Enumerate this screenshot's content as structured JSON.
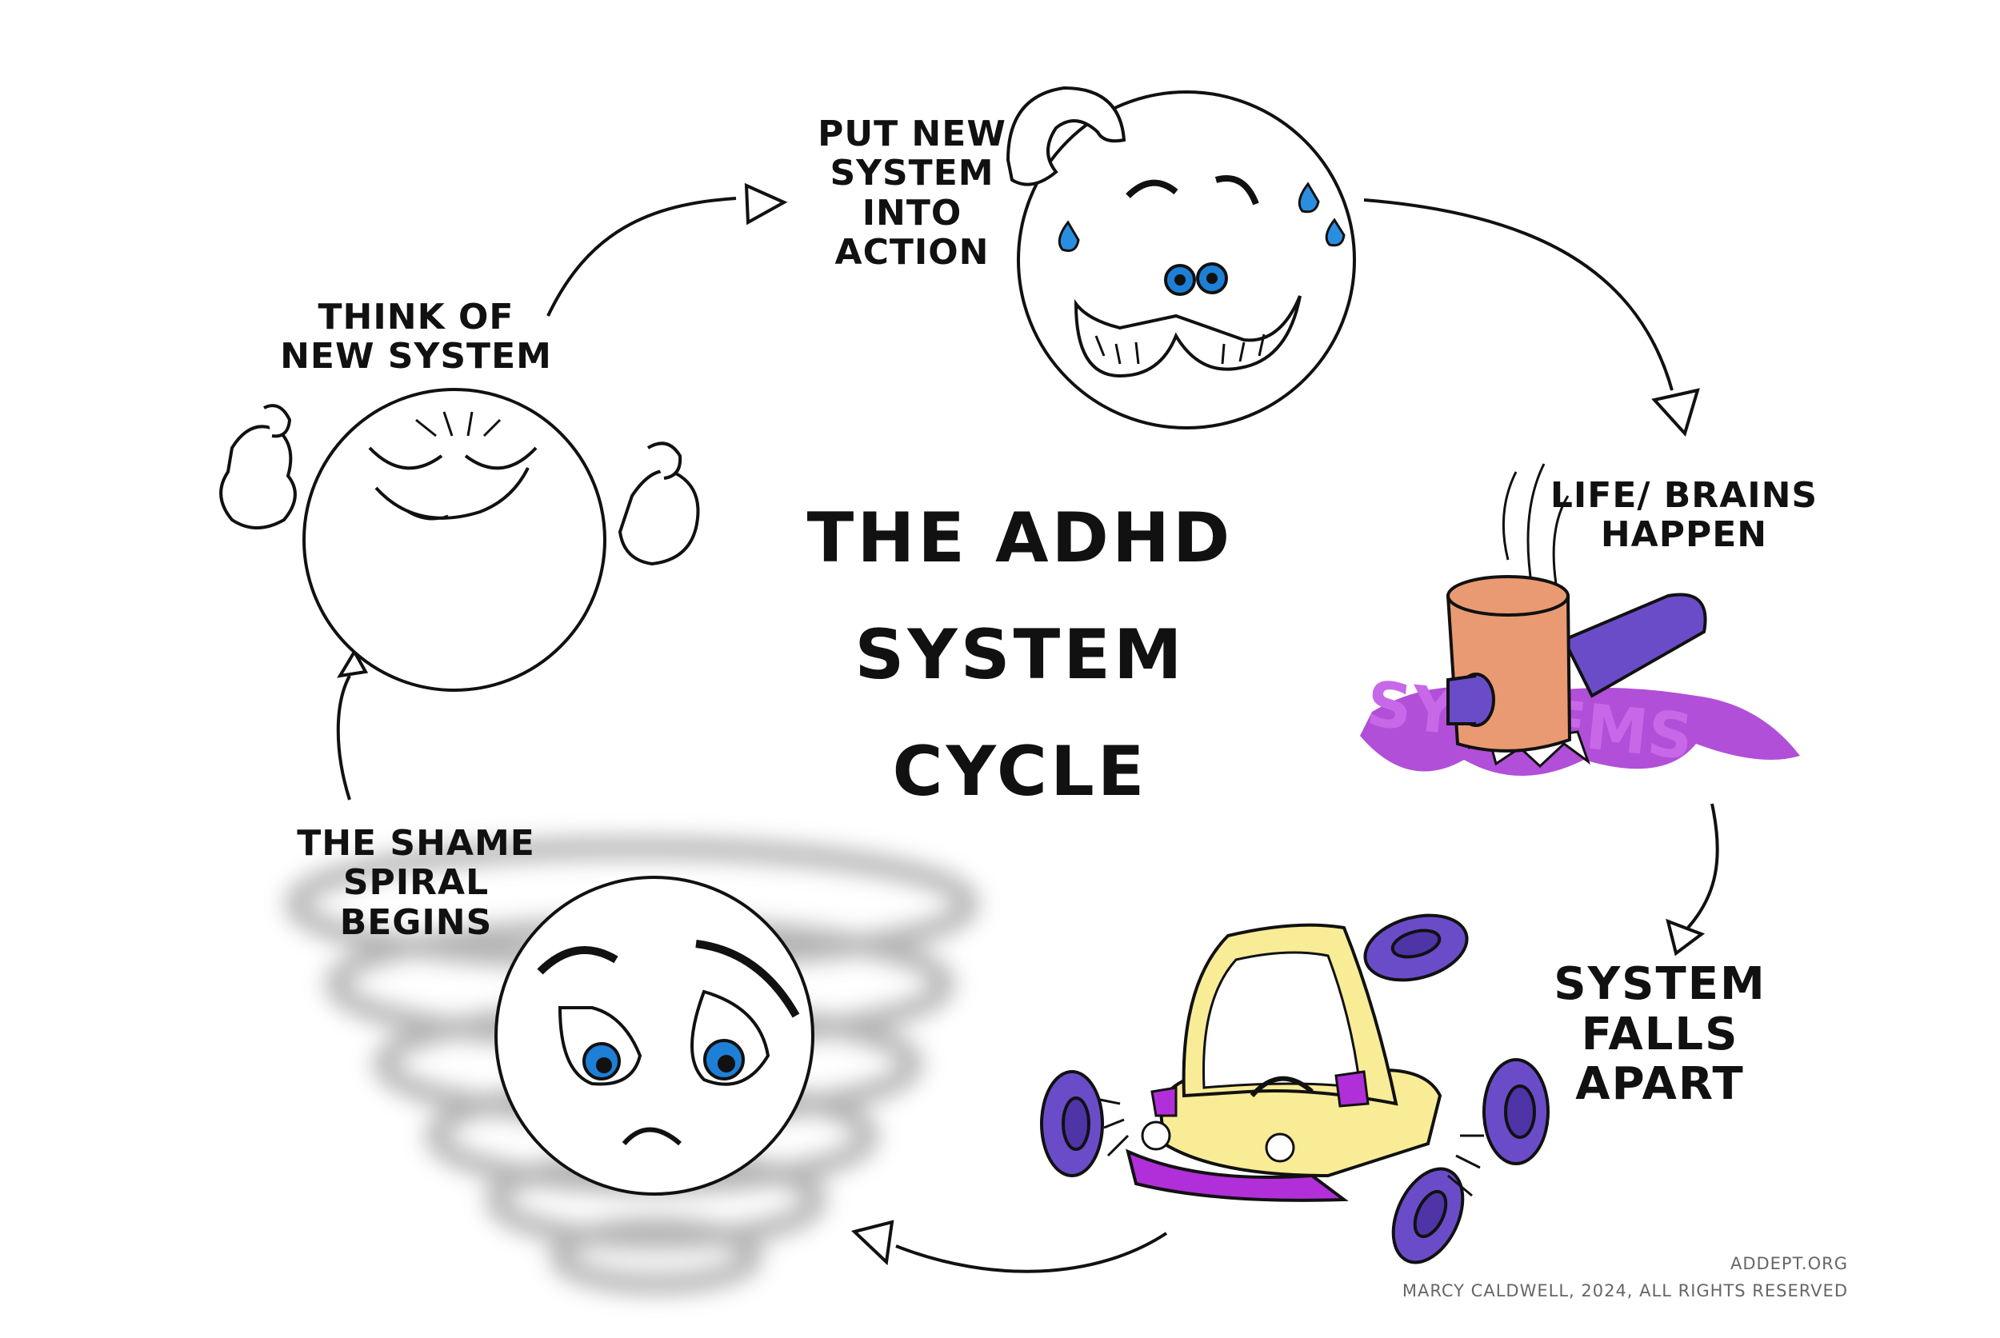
{
  "title": {
    "lines": [
      "THE ADHD",
      "SYSTEM",
      "CYCLE"
    ]
  },
  "stages": [
    {
      "id": "think",
      "lines": [
        "THINK OF",
        "NEW SYSTEM"
      ]
    },
    {
      "id": "action",
      "lines": [
        "PUT NEW",
        "SYSTEM",
        "INTO",
        "ACTION"
      ]
    },
    {
      "id": "life",
      "lines": [
        "LIFE/ BRAINS",
        "HAPPEN"
      ]
    },
    {
      "id": "falls",
      "lines": [
        "SYSTEM",
        "FALLS",
        "APART"
      ]
    },
    {
      "id": "shame",
      "lines": [
        "THE SHAME",
        "SPIRAL",
        "BEGINS"
      ]
    }
  ],
  "impact_text": "SYSTEMS",
  "credits": {
    "site": "ADDEPT.ORG",
    "copyright": "MARCY CALDWELL, 2024, ALL RIGHTS RESERVED"
  },
  "colors": {
    "eye_blue": "#1e7fd6",
    "tear_blue": "#2a8ee0",
    "hammer_head": "#e99a72",
    "handle_purple": "#6a4cc9",
    "splash_purple": "#b14fd8",
    "car_yellow": "#f8ec96",
    "wheel_purple": "#6a4cc9",
    "car_trim": "#b12fd8",
    "smoke_gray": "#9a9a9a"
  }
}
